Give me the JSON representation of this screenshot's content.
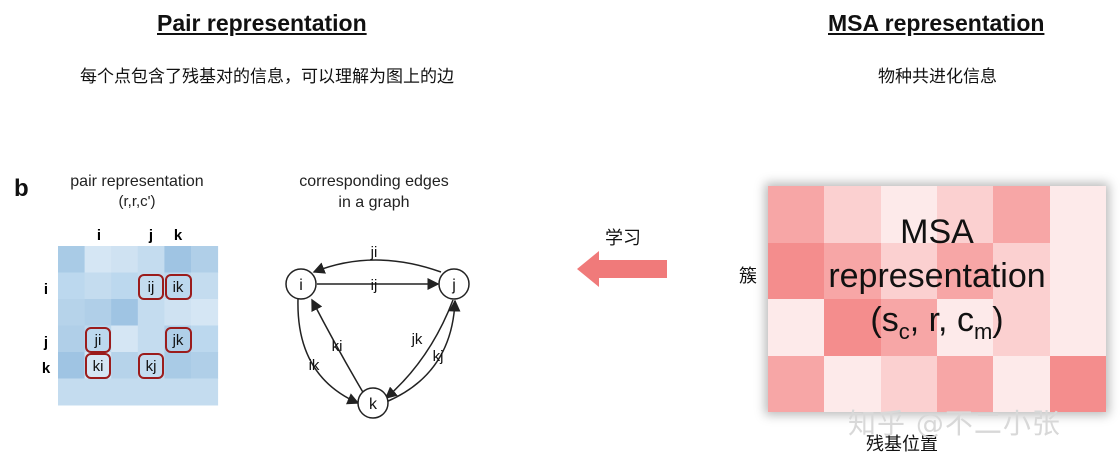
{
  "left": {
    "title": "Pair representation",
    "subtitle": "每个点包含了残基对的信息，可以理解为图上的边"
  },
  "right": {
    "title": "MSA representation",
    "subtitle": "物种共进化信息"
  },
  "figure_b": {
    "panel_label": "b",
    "pair_caption_line1": "pair representation",
    "pair_caption_line2": "(r,r,c')",
    "col_labels": [
      "i",
      "j",
      "k"
    ],
    "row_labels": [
      "i",
      "j",
      "k"
    ],
    "cells": [
      "ij",
      "ik",
      "ji",
      "jk",
      "ki",
      "kj"
    ],
    "graph_caption_line1": "corresponding edges",
    "graph_caption_line2": "in a graph",
    "nodes": [
      "i",
      "j",
      "k"
    ],
    "edge_labels": [
      "ji",
      "ij",
      "jk",
      "kj",
      "ki",
      "ik"
    ]
  },
  "arrow_label": "学习",
  "msa_box": {
    "line1": "MSA",
    "line2": "representation",
    "line3_open": "(s",
    "line3_sub_c": "c",
    "line3_mid": ", r, c",
    "line3_sub_m": "m",
    "line3_close": ")",
    "y_axis_label": "簇",
    "x_axis_label": "残基位置",
    "colors": [
      "#f7a6a6",
      "#fbd0d0",
      "#f48d8d",
      "#fdeaea"
    ]
  },
  "watermark": "知乎 @不二小张"
}
